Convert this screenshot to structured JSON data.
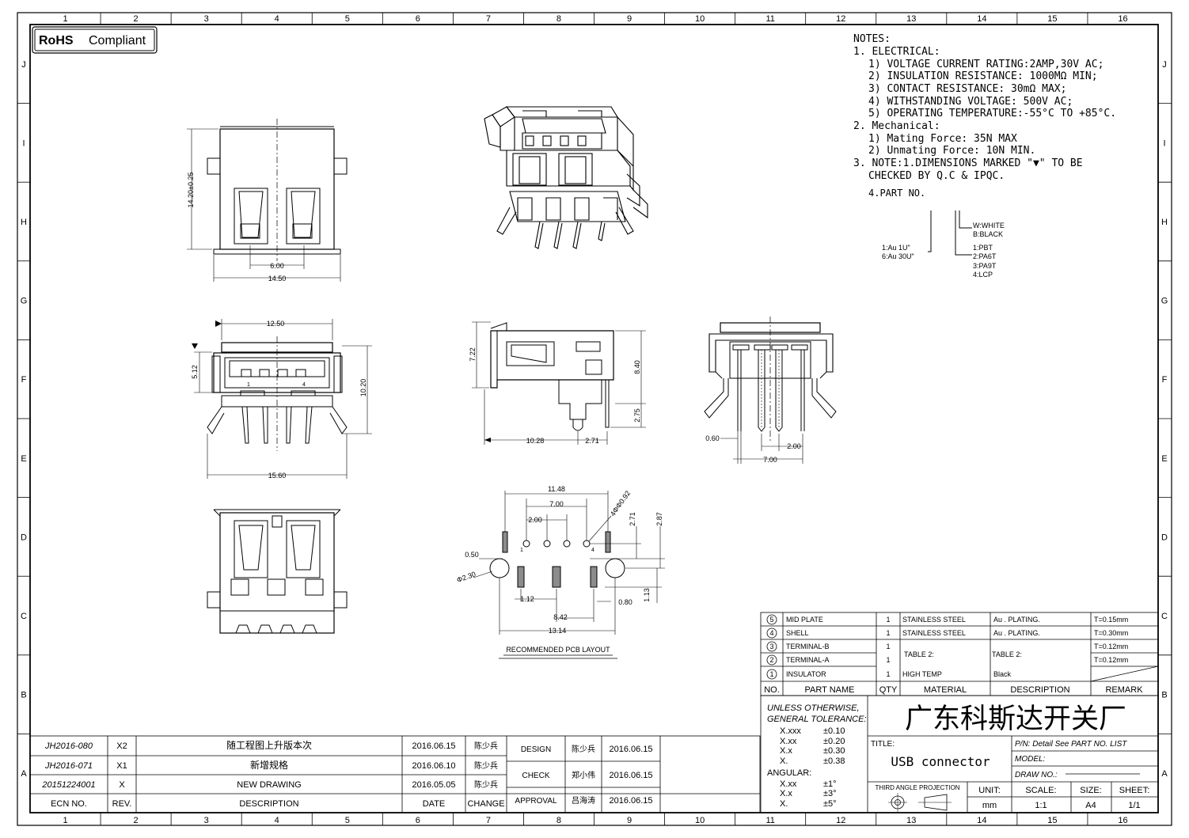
{
  "frame": {
    "col_labels": [
      "1",
      "2",
      "3",
      "4",
      "5",
      "6",
      "7",
      "8",
      "9",
      "10",
      "11",
      "12",
      "13",
      "14",
      "15",
      "16"
    ],
    "row_labels": [
      "J",
      "I",
      "H",
      "G",
      "F",
      "E",
      "D",
      "C",
      "B",
      "A"
    ]
  },
  "rohs": {
    "bold": "RoHS",
    "text": "Compliant"
  },
  "notes": {
    "heading": "NOTES:",
    "lines": [
      "1. ELECTRICAL:",
      "1) VOLTAGE CURRENT RATING:2AMP,30V AC;",
      "2) INSULATION RESISTANCE: 1000MΩ MIN;",
      "3) CONTACT RESISTANCE: 30mΩ MAX;",
      "4) WITHSTANDING VOLTAGE: 500V AC;",
      "5) OPERATING TEMPERATURE:-55°C TO +85°C.",
      "2. Mechanical:",
      "1) Mating Force:  35N MAX",
      "2) Unmating Force:  10N MIN.",
      "3. NOTE:1.DIMENSIONS MARKED \"▼\" TO BE",
      "CHECKED BY Q.C & IPQC.",
      "4.PART NO."
    ]
  },
  "part_no": {
    "color": [
      "W:WHITE",
      "B:BLACK"
    ],
    "plating": [
      "1:Au 1U\"",
      "6:Au 30U\""
    ],
    "material": [
      "1:PBT",
      "2:PA6T",
      "3:PA9T",
      "4:LCP"
    ]
  },
  "dims": {
    "d_14_20": "14.20±0.25",
    "d_6_00": "6.00",
    "d_14_50": "14.50",
    "d_12_50": "12.50",
    "d_5_12": "5.12",
    "d_10_20": "10.20",
    "d_15_60": "15.60",
    "d_7_22": "7.22",
    "d_8_40": "8.40",
    "d_2_75": "2.75",
    "d_10_28": "10.28",
    "d_2_71": "2.71",
    "d_0_60": "0.60",
    "d_2_00": "2.00",
    "d_7_00": "7.00",
    "p_11_48": "11.48",
    "p_7_00": "7.00",
    "p_2_00": "2.00",
    "p_0_92": "4ΦΦ0.92",
    "p_2_71": "2.71",
    "p_2_87": "2.87",
    "p_0_50": "0.50",
    "p_2_30": "Φ2.30",
    "p_1_12": "1.12",
    "p_8_42": "8.42",
    "p_0_80": "0.80",
    "p_1_13": "1.13",
    "p_13_14": "13.14",
    "pcb_label": "RECOMMENDED PCB LAYOUT",
    "pin_1": "1",
    "pin_4": "4"
  },
  "bom": {
    "rows": [
      {
        "no": "5",
        "name": "MID PLATE",
        "qty": "1",
        "material": "STAINLESS STEEL",
        "desc": "Au . PLATING.",
        "remark": "T=0.15mm"
      },
      {
        "no": "4",
        "name": "SHELL",
        "qty": "1",
        "material": "STAINLESS STEEL",
        "desc": "Au . PLATING.",
        "remark": "T=0.30mm"
      },
      {
        "no": "3",
        "name": "TERMINAL-B",
        "qty": "1",
        "material": "",
        "desc": "",
        "remark": "T=0.12mm"
      },
      {
        "no": "2",
        "name": "TERMINAL-A",
        "qty": "1",
        "material": "",
        "desc": "",
        "remark": "T=0.12mm"
      },
      {
        "no": "1",
        "name": "INSULATOR",
        "qty": "1",
        "material": "HIGH TEMP",
        "desc": "Black",
        "remark": ""
      }
    ],
    "table2_material": "TABLE 2:",
    "table2_desc": "TABLE 2:",
    "header": {
      "no": "NO.",
      "name": "PART NAME",
      "qty": "QTY",
      "material": "MATERIAL",
      "desc": "DESCRIPTION",
      "remark": "REMARK"
    }
  },
  "tolerance": {
    "title1": "UNLESS OTHERWISE,",
    "title2": "GENERAL TOLERANCE:",
    "linear": [
      [
        "X.xxx",
        "±0.10"
      ],
      [
        "X.xx",
        "±0.20"
      ],
      [
        "X.x",
        "±0.30"
      ],
      [
        "X.",
        "±0.38"
      ]
    ],
    "angular_label": "ANGULAR:",
    "angular": [
      [
        "X.xx",
        "±1°"
      ],
      [
        "X.x",
        "±3°"
      ],
      [
        "X.",
        "±5°"
      ]
    ]
  },
  "company": "广东科斯达开关厂",
  "title_block": {
    "title_label": "TITLE:",
    "title": "USB connector",
    "pn": "P/N: Detail  See  PART  NO.  LIST",
    "model": "MODEL:",
    "draw_no": "DRAW  NO.:",
    "projection": "THIRD ANGLE PROJECTION",
    "unit_label": "UNIT:",
    "unit": "mm",
    "scale_label": "SCALE:",
    "scale": "1:1",
    "size_label": "SIZE:",
    "size": "A4",
    "sheet_label": "SHEET:",
    "sheet": "1/1"
  },
  "revisions": [
    {
      "ecn": "JH2016-080",
      "rev": "X2",
      "desc": "随工程图上升版本次",
      "date": "2016.06.15",
      "change": "陈少兵"
    },
    {
      "ecn": "JH2016-071",
      "rev": "X1",
      "desc": "新增规格",
      "date": "2016.06.10",
      "change": "陈少兵"
    },
    {
      "ecn": "20151224001",
      "rev": "X",
      "desc": "NEW DRAWING",
      "date": "2016.05.05",
      "change": "陈少兵"
    }
  ],
  "rev_header": {
    "ecn": "ECN  NO.",
    "rev": "REV.",
    "desc": "DESCRIPTION",
    "date": "DATE",
    "change": "CHANGE"
  },
  "approvals": [
    {
      "role": "DESIGN",
      "name": "陈少兵",
      "date": "2016.06.15"
    },
    {
      "role": "CHECK",
      "name": "郑小伟",
      "date": "2016.06.15"
    },
    {
      "role": "APPROVAL",
      "name": "吕海涛",
      "date": "2016.06.15"
    }
  ]
}
